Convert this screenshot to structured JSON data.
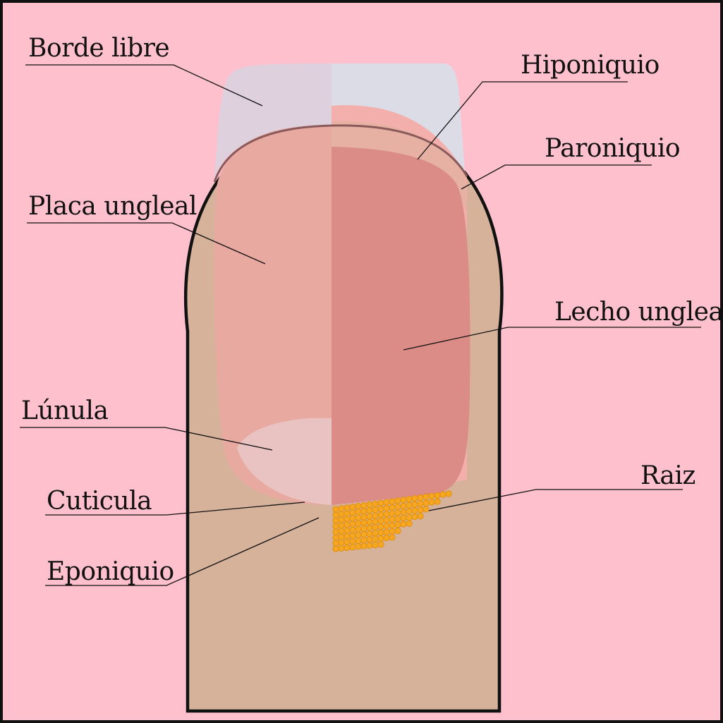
{
  "diagram": {
    "labels": {
      "borde_libre": "Borde libre",
      "placa_ungleal": "Placa ungleal",
      "lunula": "Lúnula",
      "cuticula": "Cuticula",
      "eponiquio": "Eponiquio",
      "hiponiquio": "Hiponiquio",
      "paroniquio": "Paroniquio",
      "lecho_ungleal": "Lecho ungleal",
      "raiz": "Raiz"
    },
    "colors": {
      "background": "#FFC0CD",
      "frame_border": "#111111",
      "finger_skin": "#D6B29A",
      "free_edge": "#DED0DC",
      "free_edge_right": "#DCDCE6",
      "nail_plate": "#E8A9A0",
      "hyponychium": "#F2AFAC",
      "paronychium_band": "#E6B0A3",
      "nail_bed": "#DC8C87",
      "lunula": "#E9C3C1",
      "root": "#F5A623",
      "root_dot_stroke": "#E08A00"
    }
  }
}
